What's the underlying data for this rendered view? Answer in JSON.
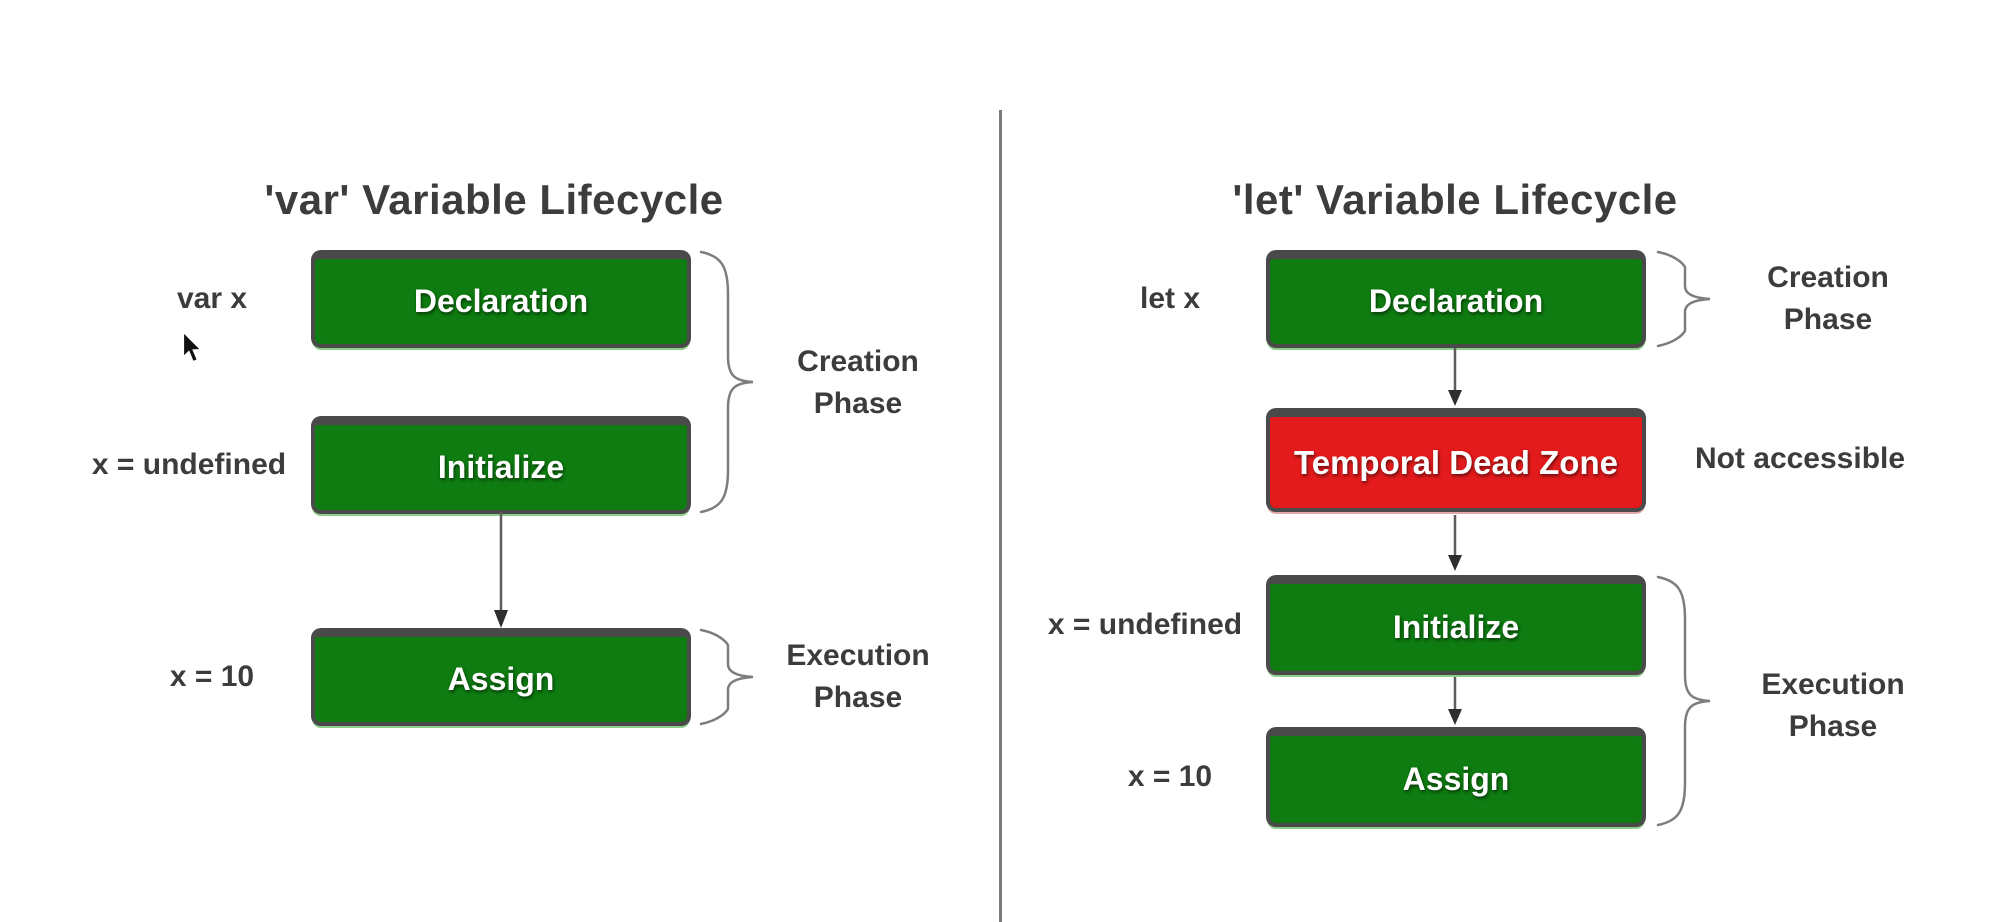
{
  "left": {
    "title": "'var' Variable Lifecycle",
    "rows": [
      {
        "label": "var x",
        "box": "Declaration"
      },
      {
        "label": "x = undefined",
        "box": "Initialize"
      },
      {
        "label": "x = 10",
        "box": "Assign"
      }
    ],
    "creation_phase": {
      "line1": "Creation",
      "line2": "Phase"
    },
    "execution_phase": {
      "line1": "Execution",
      "line2": "Phase"
    }
  },
  "right": {
    "title": "'let' Variable Lifecycle",
    "rows": [
      {
        "label": "let x",
        "box": "Declaration"
      },
      {
        "label": "",
        "box": "Temporal Dead Zone",
        "note": "Not accessible"
      },
      {
        "label": "x = undefined",
        "box": "Initialize"
      },
      {
        "label": "x = 10",
        "box": "Assign"
      }
    ],
    "creation_phase": {
      "line1": "Creation",
      "line2": "Phase"
    },
    "execution_phase": {
      "line1": "Execution",
      "line2": "Phase"
    }
  },
  "colors": {
    "box_green": "#0e7c10",
    "box_red": "#e31b1c",
    "box_text": "#ffffff",
    "dark_text": "#3c3c3c",
    "border": "#4a4a4a",
    "brace": "#7d7d7d"
  },
  "icons": [
    "mouse-cursor-icon",
    "down-arrow-icon",
    "curly-brace"
  ]
}
